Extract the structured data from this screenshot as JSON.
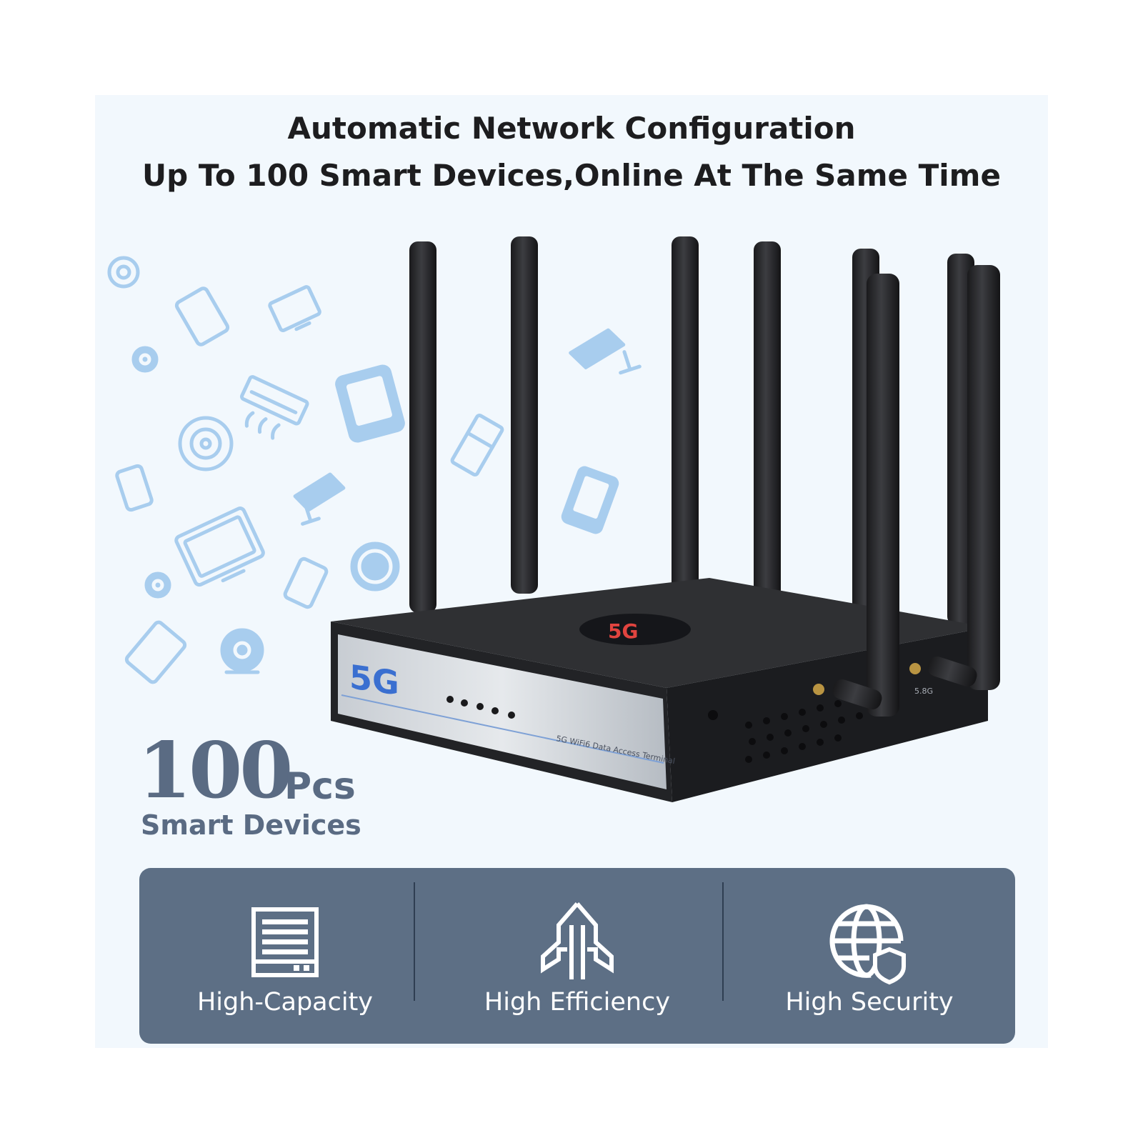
{
  "headline": {
    "line1": "Automatic Network Configuration",
    "line2": "Up To 100 Smart Devices,Online At The Same Time"
  },
  "device_count": {
    "number": "100",
    "unit": "Pcs",
    "caption": "Smart Devices"
  },
  "router": {
    "front_badge": "5G",
    "top_badge": "5G",
    "front_caption": "5G WiFi6 Data Access Terminal",
    "port_label": "5.8G",
    "antenna_count": 8,
    "indicator_light_count": 5
  },
  "features": [
    {
      "label": "High-Capacity",
      "icon": "server-drive-icon"
    },
    {
      "label": "High Efficiency",
      "icon": "rocket-icon"
    },
    {
      "label": "High Security",
      "icon": "globe-shield-icon"
    }
  ],
  "colors": {
    "panel_background": "#f2f8fd",
    "accent_slate": "#5d6f85",
    "device_icon_blue": "#a8cdee",
    "router_body": "#2a2b2e",
    "badge_blue": "#3a6fd0",
    "badge_red": "#e1443f"
  }
}
